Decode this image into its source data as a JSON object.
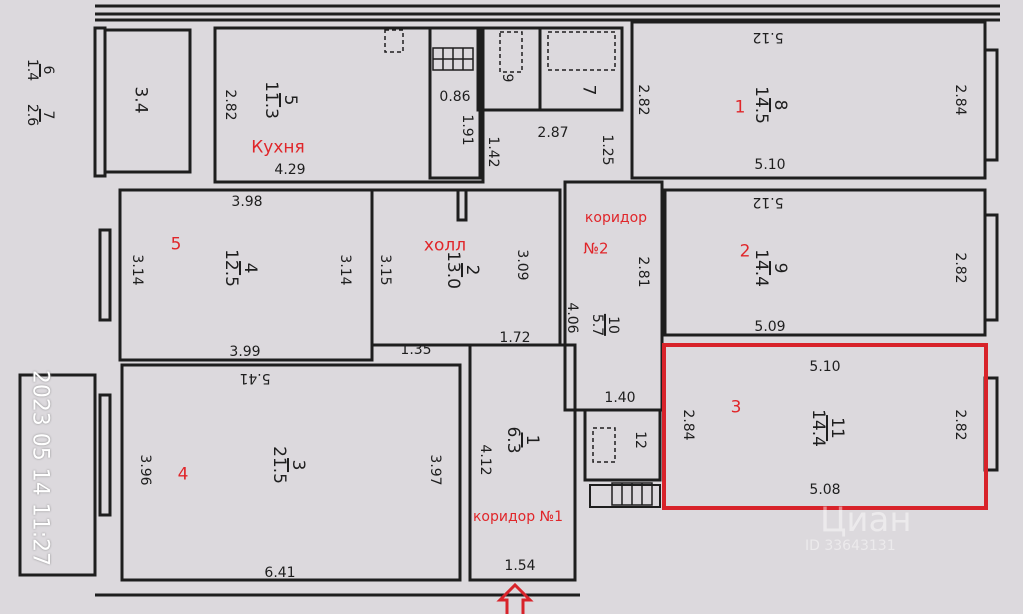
{
  "colors": {
    "background": "#dcd9dd",
    "walls": "#1e1e1e",
    "annotation": "#e0262a",
    "highlight": "#d8232a"
  },
  "dimensions": {
    "balcony_top": {
      "n": "6",
      "area": "1.4"
    },
    "balcony_top2": {
      "n": "7",
      "area": "2.6"
    },
    "loggia_w": "3.4",
    "kitchen_side": "2.82",
    "kitchen": {
      "n": "5",
      "area": "11.3"
    },
    "k086": "0.86",
    "k191": "1.91",
    "k142": "1.42",
    "k429": "4.29",
    "wc": "9",
    "bath": "7",
    "h287": "2.87",
    "h125": "1.25",
    "r1_left": "2.82",
    "r1": {
      "n": "8",
      "area": "14.5"
    },
    "r1_top": "5.12",
    "r1_right": "2.84",
    "r1_bottom": "5.10",
    "r2_top": "5.12",
    "r2_left": "2.81",
    "r2": {
      "n": "9",
      "area": "14.4"
    },
    "r2_right": "2.82",
    "r2_bottom": "5.09",
    "c2_309": "3.09",
    "c2_406": "4.06",
    "c2": {
      "n": "10",
      "area": "5.7"
    },
    "r5_top": "3.98",
    "r5_left": "3.14",
    "r5": {
      "n": "4",
      "area": "12.5"
    },
    "r5_right": "3.14",
    "hall_left": "3.15",
    "hall": {
      "n": "2",
      "area": "13.0"
    },
    "r5_bottom": "3.99",
    "h135": "1.35",
    "h172": "1.72",
    "r4_top": "5.41",
    "r4_left": "3.96",
    "r4": {
      "n": "3",
      "area": "21.5"
    },
    "r4_right": "3.97",
    "r4_bottom": "6.41",
    "c1_412": "4.12",
    "c1": {
      "n": "1",
      "area": "6.3"
    },
    "c1_154": "1.54",
    "b140": "1.40",
    "b12": "12",
    "r3_top": "5.10",
    "r3_left": "2.84",
    "r3": {
      "n": "11",
      "area": "14.4"
    },
    "r3_right": "2.82",
    "r3_bottom": "5.08"
  },
  "annotations": {
    "kitchen": "Кухня",
    "room5": "5",
    "hall": "холл",
    "corridor2_a": "коридор",
    "corridor2_b": "№2",
    "room1": "1",
    "room2": "2",
    "room3": "3",
    "room4": "4",
    "corridor1": "коридор №1"
  },
  "timestamp": "2023 05 14 11:27",
  "watermark": {
    "brand": "Циан",
    "id": "ID 33643131"
  }
}
